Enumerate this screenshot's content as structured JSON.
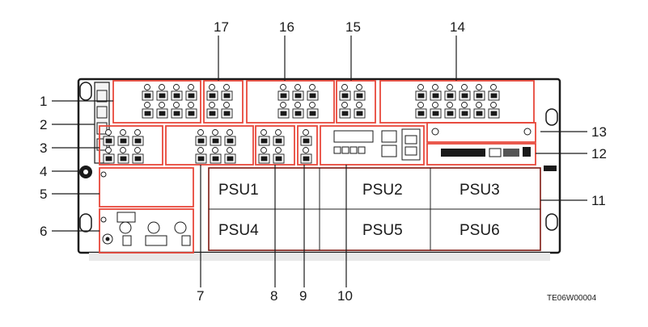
{
  "figure": {
    "code": "TE06W00004",
    "accent_color": "#e8473a",
    "line_color": "#1a1a1a",
    "chassis_fill": "#ffffff"
  },
  "callouts": {
    "c1": "1",
    "c2": "2",
    "c3": "3",
    "c4": "4",
    "c5": "5",
    "c6": "6",
    "c7": "7",
    "c8": "8",
    "c9": "9",
    "c10": "10",
    "c11": "11",
    "c12": "12",
    "c13": "13",
    "c14": "14",
    "c15": "15",
    "c16": "16",
    "c17": "17"
  },
  "psus": {
    "psu1": "PSU1",
    "psu2": "PSU2",
    "psu3": "PSU3",
    "psu4": "PSU4",
    "psu5": "PSU5",
    "psu6": "PSU6"
  }
}
